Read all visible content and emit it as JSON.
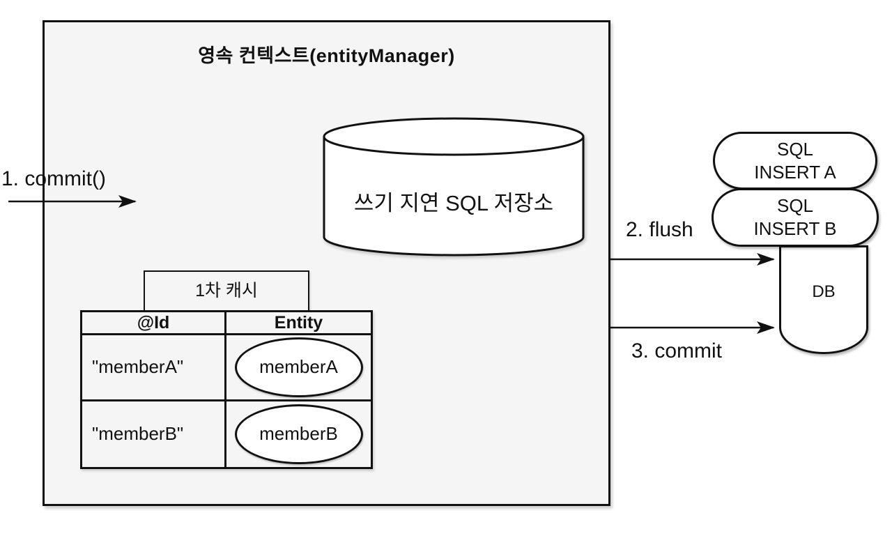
{
  "colors": {
    "page_bg": "#ffffff",
    "box_bg": "#f5f5f6",
    "shape_bg": "#ffffff",
    "line": "#111111"
  },
  "persistence_context": {
    "title": "영속 컨텍스트(entityManager)",
    "write_behind_store_label": "쓰기 지연 SQL 저장소",
    "first_level_cache": {
      "title": "1차 캐시",
      "columns": [
        "@Id",
        "Entity"
      ],
      "rows": [
        {
          "id": "\"memberA\"",
          "entity": "memberA"
        },
        {
          "id": "\"memberB\"",
          "entity": "memberB"
        }
      ]
    }
  },
  "flow_labels": {
    "commit_in": "1. commit()",
    "flush": "2. flush",
    "commit_out": "3. commit"
  },
  "sql_statements": [
    {
      "line1": "SQL",
      "line2": "INSERT A"
    },
    {
      "line1": "SQL",
      "line2": "INSERT B"
    }
  ],
  "database": {
    "label": "DB"
  }
}
